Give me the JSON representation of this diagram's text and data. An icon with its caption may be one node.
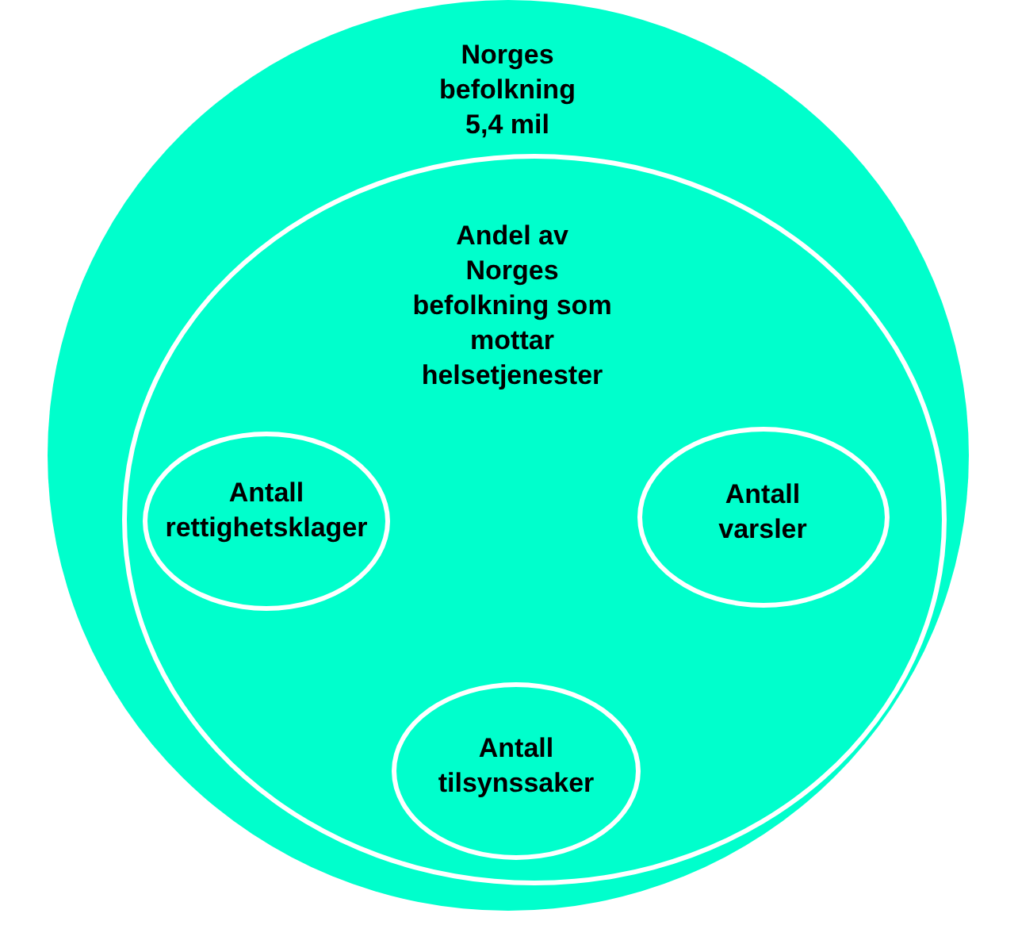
{
  "diagram": {
    "nodes": [
      {
        "text": [
          "Norges befolkning 5,4 mil"
        ]
      },
      {
        "text": [
          "Andel av Norges befolkning som mottar helsetjenester"
        ],
        "in": 0
      },
      {
        "text": [
          "Antall rettighetsklager"
        ],
        "in": 1
      },
      {
        "text": [
          "Antall varsler"
        ],
        "in": 1
      },
      {
        "text": [
          "Antall tilsynssaker"
        ],
        "in": 1
      }
    ]
  }
}
